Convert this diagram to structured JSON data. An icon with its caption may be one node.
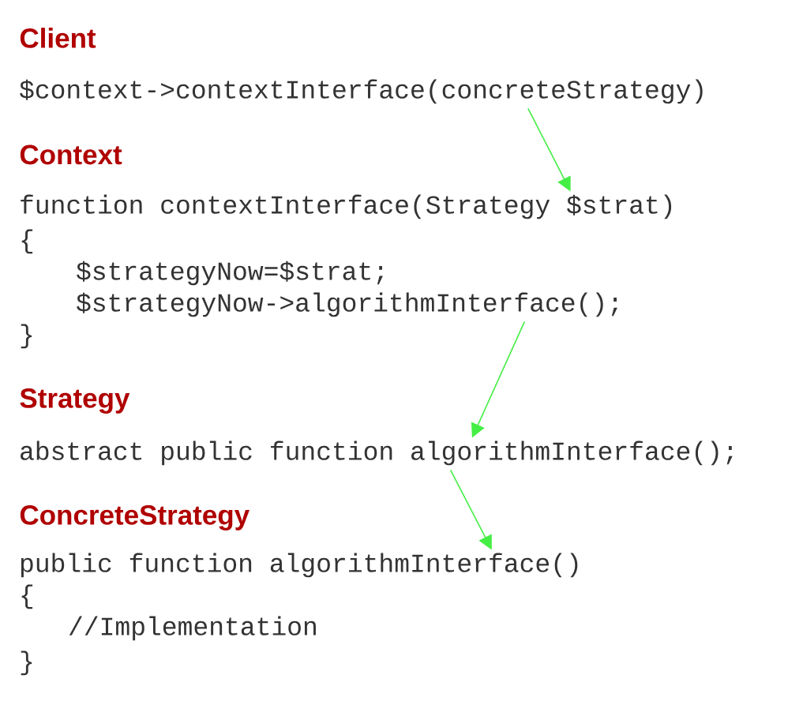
{
  "diagram": {
    "nodes": [
      {
        "text": [
          "$context->contextInterface(concreteStrategy)"
        ]
      },
      {
        "text": [
          "function contextInterface(Strategy $strat)"
        ]
      },
      {
        "text": [
          "$strategyNow->algorithmInterface();"
        ]
      },
      {
        "text": [
          "abstract public function algorithmInterface();"
        ]
      },
      {
        "text": [
          "public function algorithmInterface()"
        ]
      }
    ],
    "edges": [
      {
        "from": 0,
        "to": 1,
        "arrow": "to"
      },
      {
        "from": 2,
        "to": 3,
        "arrow": "to"
      },
      {
        "from": 3,
        "to": 4,
        "arrow": "to"
      }
    ],
    "labels": [
      "Client",
      "Context",
      "{",
      "$strategyNow=$strat;",
      "}",
      "Strategy",
      "ConcreteStrategy",
      "{",
      "//Implementation",
      "}"
    ]
  }
}
